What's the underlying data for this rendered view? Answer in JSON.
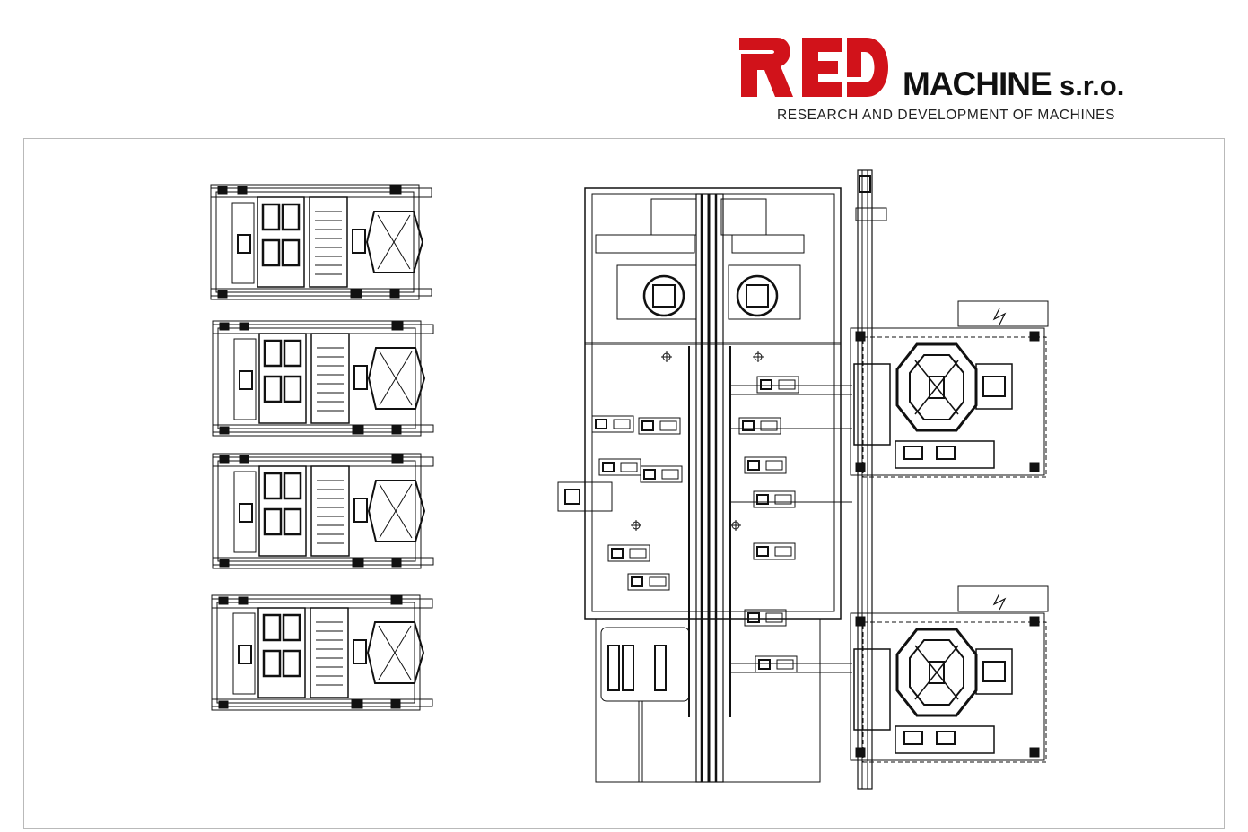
{
  "header": {
    "logo_letters": "RED",
    "brand_name": "MACHINE",
    "brand_suffix": "s.r.o.",
    "tagline": "RESEARCH AND DEVELOPMENT OF MACHINES"
  },
  "colors": {
    "brand_red": "#d1121a",
    "ink": "#111111",
    "frame": "#b9b9b9"
  },
  "drawing": {
    "view": "top-view machine layout",
    "cell_stations": 4,
    "rotary_units": 2,
    "icons": [
      "warning-lightning-icon",
      "cross-mark-icon"
    ]
  }
}
